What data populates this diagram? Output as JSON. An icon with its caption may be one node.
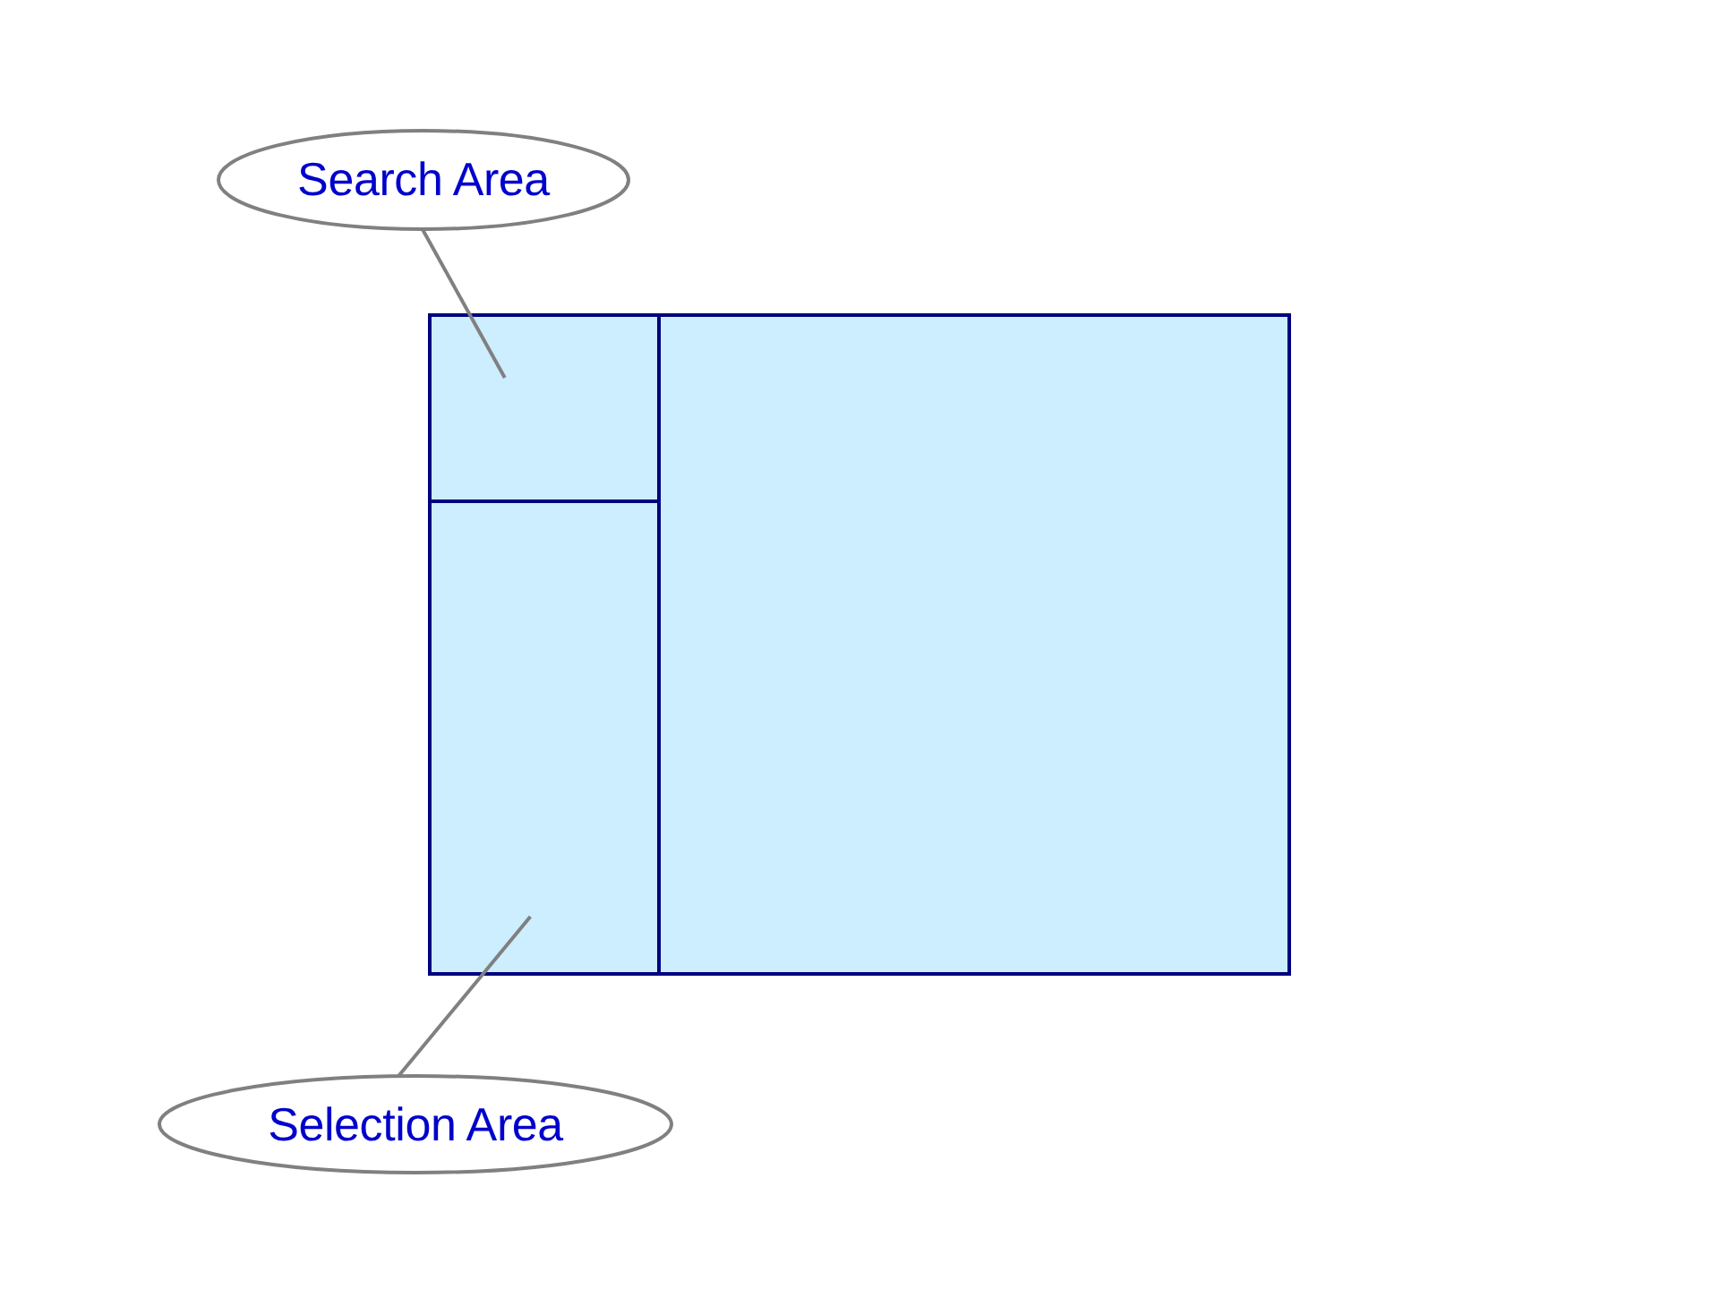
{
  "diagram": {
    "nodes": [
      {
        "text": [
          "Search Area"
        ]
      },
      {
        "text": [],
        "shape": "box"
      },
      {
        "text": [],
        "shape": "box",
        "in": 1
      },
      {
        "text": [],
        "shape": "box",
        "in": 1
      },
      {
        "text": [
          "Selection Area"
        ]
      }
    ],
    "edges": [
      {
        "from": 0,
        "to": 2,
        "arrow": "none"
      },
      {
        "from": 4,
        "to": 3,
        "arrow": "none"
      }
    ]
  }
}
